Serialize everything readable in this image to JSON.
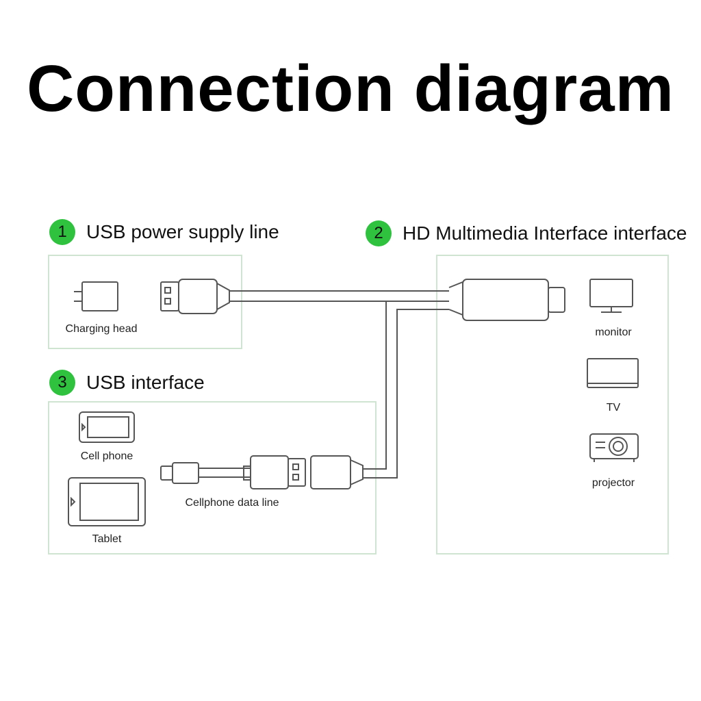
{
  "title": "Connection diagram",
  "sections": [
    {
      "number": "1",
      "label": "USB power supply line"
    },
    {
      "number": "2",
      "label": "HD Multimedia Interface interface"
    },
    {
      "number": "3",
      "label": "USB interface"
    }
  ],
  "labels": {
    "charging_head": "Charging head",
    "cell_phone": "Cell phone",
    "tablet": "Tablet",
    "cellphone_data_line": "Cellphone data line",
    "monitor": "monitor",
    "tv": "TV",
    "projector": "projector"
  },
  "colors": {
    "accent": "#2fc23f",
    "box_border": "#cfe5d2",
    "line": "#555555"
  }
}
